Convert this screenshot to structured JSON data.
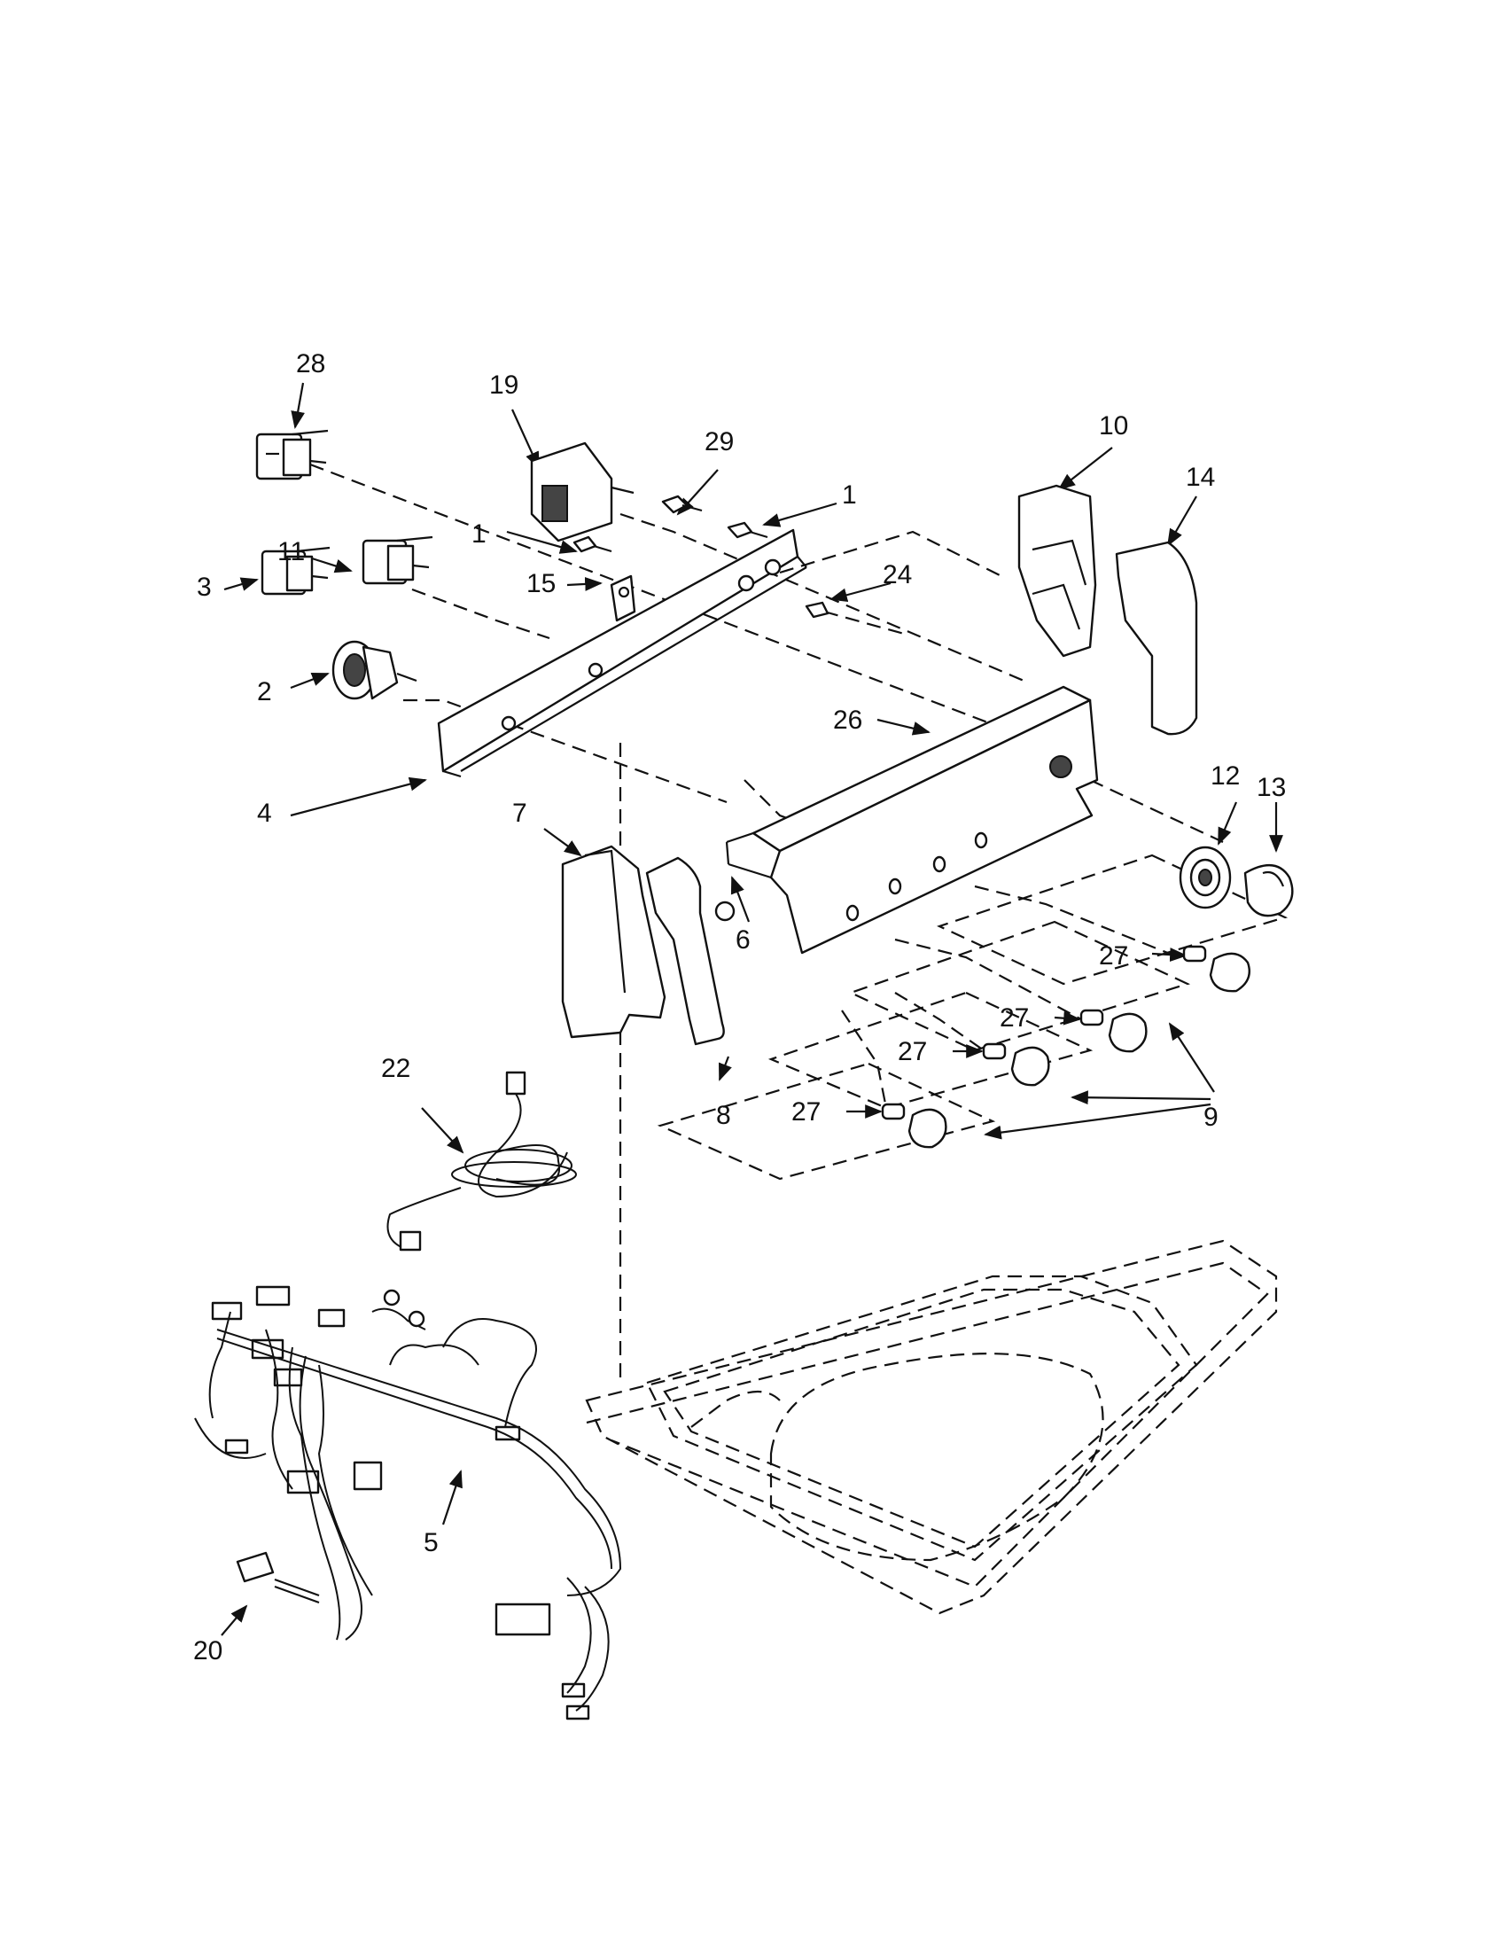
{
  "labels": {
    "p28": "28",
    "p19": "19",
    "p29": "29",
    "p1a": "1",
    "p1b": "1",
    "p10": "10",
    "p14": "14",
    "p11": "11",
    "p3": "3",
    "p15": "15",
    "p24": "24",
    "p2": "2",
    "p26": "26",
    "p4": "4",
    "p7": "7",
    "p12": "12",
    "p13": "13",
    "p6": "6",
    "p27a": "27",
    "p27b": "27",
    "p27c": "27",
    "p27d": "27",
    "p8": "8",
    "p9": "9",
    "p22": "22",
    "p5": "5",
    "p20": "20"
  }
}
